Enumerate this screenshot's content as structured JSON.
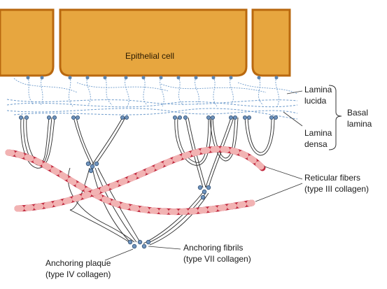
{
  "cell": {
    "label": "Epithelial cell",
    "fill_color": "#e7a63f",
    "border_color": "#b9680f"
  },
  "labels": {
    "lamina_lucida": [
      "Lamina",
      "lucida"
    ],
    "lamina_densa": [
      "Lamina",
      "densa"
    ],
    "basal_lamina": [
      "Basal",
      "lamina"
    ],
    "reticular_fibers": [
      "Reticular fibers",
      "(type III collagen)"
    ],
    "anchoring_fibrils": [
      "Anchoring fibrils",
      "(type VII collagen)"
    ],
    "anchoring_plaque": [
      "Anchoring plaque",
      "(type IV collagen)"
    ]
  },
  "colors": {
    "fiber_red": "#c0283d",
    "fiber_pink": "#f2b3b3",
    "lamina_blue": "#6f9ccc",
    "node_blue": "#5b86b3",
    "fibril_line": "#2b2b2b"
  }
}
